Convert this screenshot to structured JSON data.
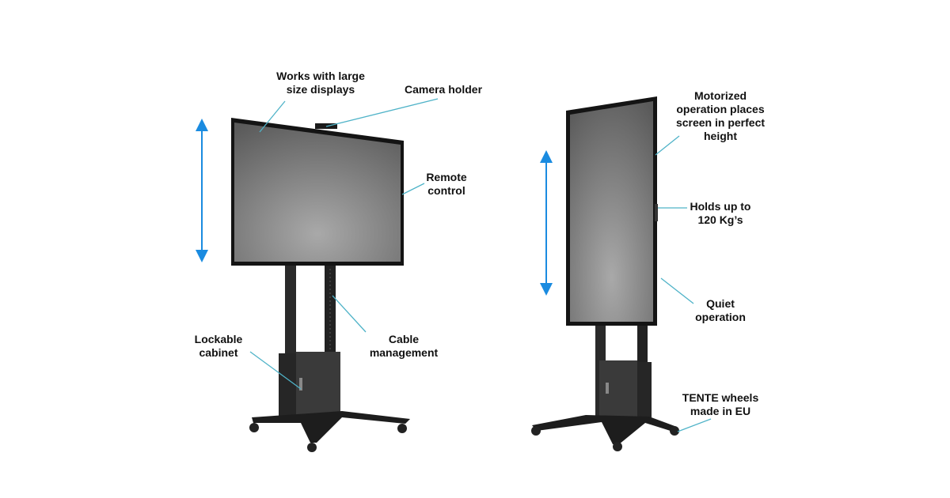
{
  "labels": {
    "works_large": "Works with large\nsize displays",
    "camera_holder": "Camera holder",
    "remote_control": "Remote\ncontrol",
    "lockable_cabinet": "Lockable\ncabinet",
    "cable_management": "Cable\nmanagement",
    "motorized": "Motorized\noperation places\nscreen in perfect\nheight",
    "holds_up_to": "Holds up to\n120 Kg’s",
    "quiet_operation": "Quiet\noperation",
    "tente_wheels": "TENTE wheels\nmade in EU"
  },
  "colors": {
    "callout_line": "#4fb3c8",
    "height_arrow": "#1a8be0",
    "frame": "#1a1a1a",
    "screen": "#7a7a7a"
  }
}
